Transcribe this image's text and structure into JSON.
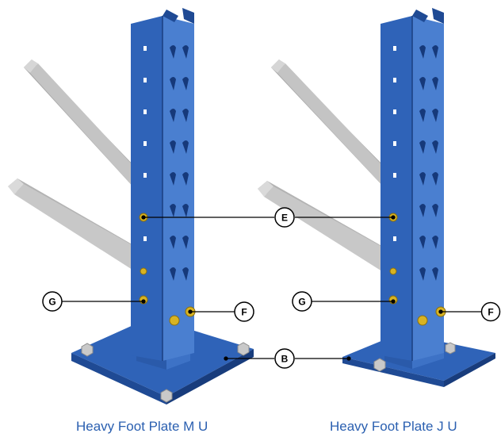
{
  "captions": {
    "left": "Heavy Foot Plate M U",
    "right": "Heavy Foot Plate J U"
  },
  "callouts": {
    "e": "E",
    "f": "F",
    "g": "G",
    "b": "B"
  },
  "colors": {
    "upright_blue": "#2f63b8",
    "upright_dark": "#1f4a94",
    "upright_light": "#4a7fd0",
    "beam_gray": "#bdbdbd",
    "bolt_yellow": "#d8b322",
    "caption_blue": "#2a5fb0"
  }
}
